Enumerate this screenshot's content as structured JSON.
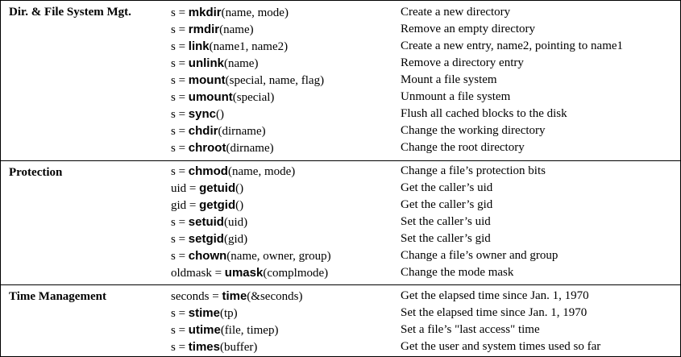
{
  "groups": [
    {
      "category": "Dir. & File System Mgt.",
      "rows": [
        {
          "lhs": "s = ",
          "fn": "mkdir",
          "args": "(name, mode)",
          "desc": "Create a new directory"
        },
        {
          "lhs": "s = ",
          "fn": "rmdir",
          "args": "(name)",
          "desc": "Remove an empty directory"
        },
        {
          "lhs": "s = ",
          "fn": "link",
          "args": "(name1, name2)",
          "desc": "Create a new entry, name2, pointing to name1"
        },
        {
          "lhs": "s = ",
          "fn": "unlink",
          "args": "(name)",
          "desc": "Remove a directory entry"
        },
        {
          "lhs": "s = ",
          "fn": "mount",
          "args": "(special, name, flag)",
          "desc": "Mount a file system"
        },
        {
          "lhs": "s = ",
          "fn": "umount",
          "args": "(special)",
          "desc": "Unmount a file system"
        },
        {
          "lhs": "s = ",
          "fn": "sync",
          "args": "()",
          "desc": "Flush all cached blocks to the disk"
        },
        {
          "lhs": "s = ",
          "fn": "chdir",
          "args": "(dirname)",
          "desc": "Change the working directory"
        },
        {
          "lhs": "s = ",
          "fn": "chroot",
          "args": "(dirname)",
          "desc": "Change the root directory"
        }
      ]
    },
    {
      "category": "Protection",
      "rows": [
        {
          "lhs": "s = ",
          "fn": "chmod",
          "args": "(name, mode)",
          "desc": "Change a file’s protection bits"
        },
        {
          "lhs": "uid = ",
          "fn": "getuid",
          "args": "()",
          "desc": "Get the caller’s uid"
        },
        {
          "lhs": "gid = ",
          "fn": "getgid",
          "args": "()",
          "desc": "Get the caller’s gid"
        },
        {
          "lhs": "s = ",
          "fn": "setuid",
          "args": "(uid)",
          "desc": "Set the caller’s uid"
        },
        {
          "lhs": "s = ",
          "fn": "setgid",
          "args": "(gid)",
          "desc": "Set the caller’s gid"
        },
        {
          "lhs": "s = ",
          "fn": "chown",
          "args": "(name, owner, group)",
          "desc": "Change a file’s owner and group"
        },
        {
          "lhs": "oldmask = ",
          "fn": "umask",
          "args": "(complmode)",
          "desc": "Change the mode mask"
        }
      ]
    },
    {
      "category": "Time Management",
      "rows": [
        {
          "lhs": "seconds = ",
          "fn": "time",
          "args": "(&seconds)",
          "desc": "Get the elapsed time since Jan. 1, 1970"
        },
        {
          "lhs": "s = ",
          "fn": "stime",
          "args": "(tp)",
          "desc": "Set the elapsed time since Jan. 1, 1970"
        },
        {
          "lhs": "s = ",
          "fn": "utime",
          "args": "(file, timep)",
          "desc": "Set a file’s \"last access\" time"
        },
        {
          "lhs": "s = ",
          "fn": "times",
          "args": "(buffer)",
          "desc": "Get the user and system times used so far"
        }
      ]
    }
  ]
}
